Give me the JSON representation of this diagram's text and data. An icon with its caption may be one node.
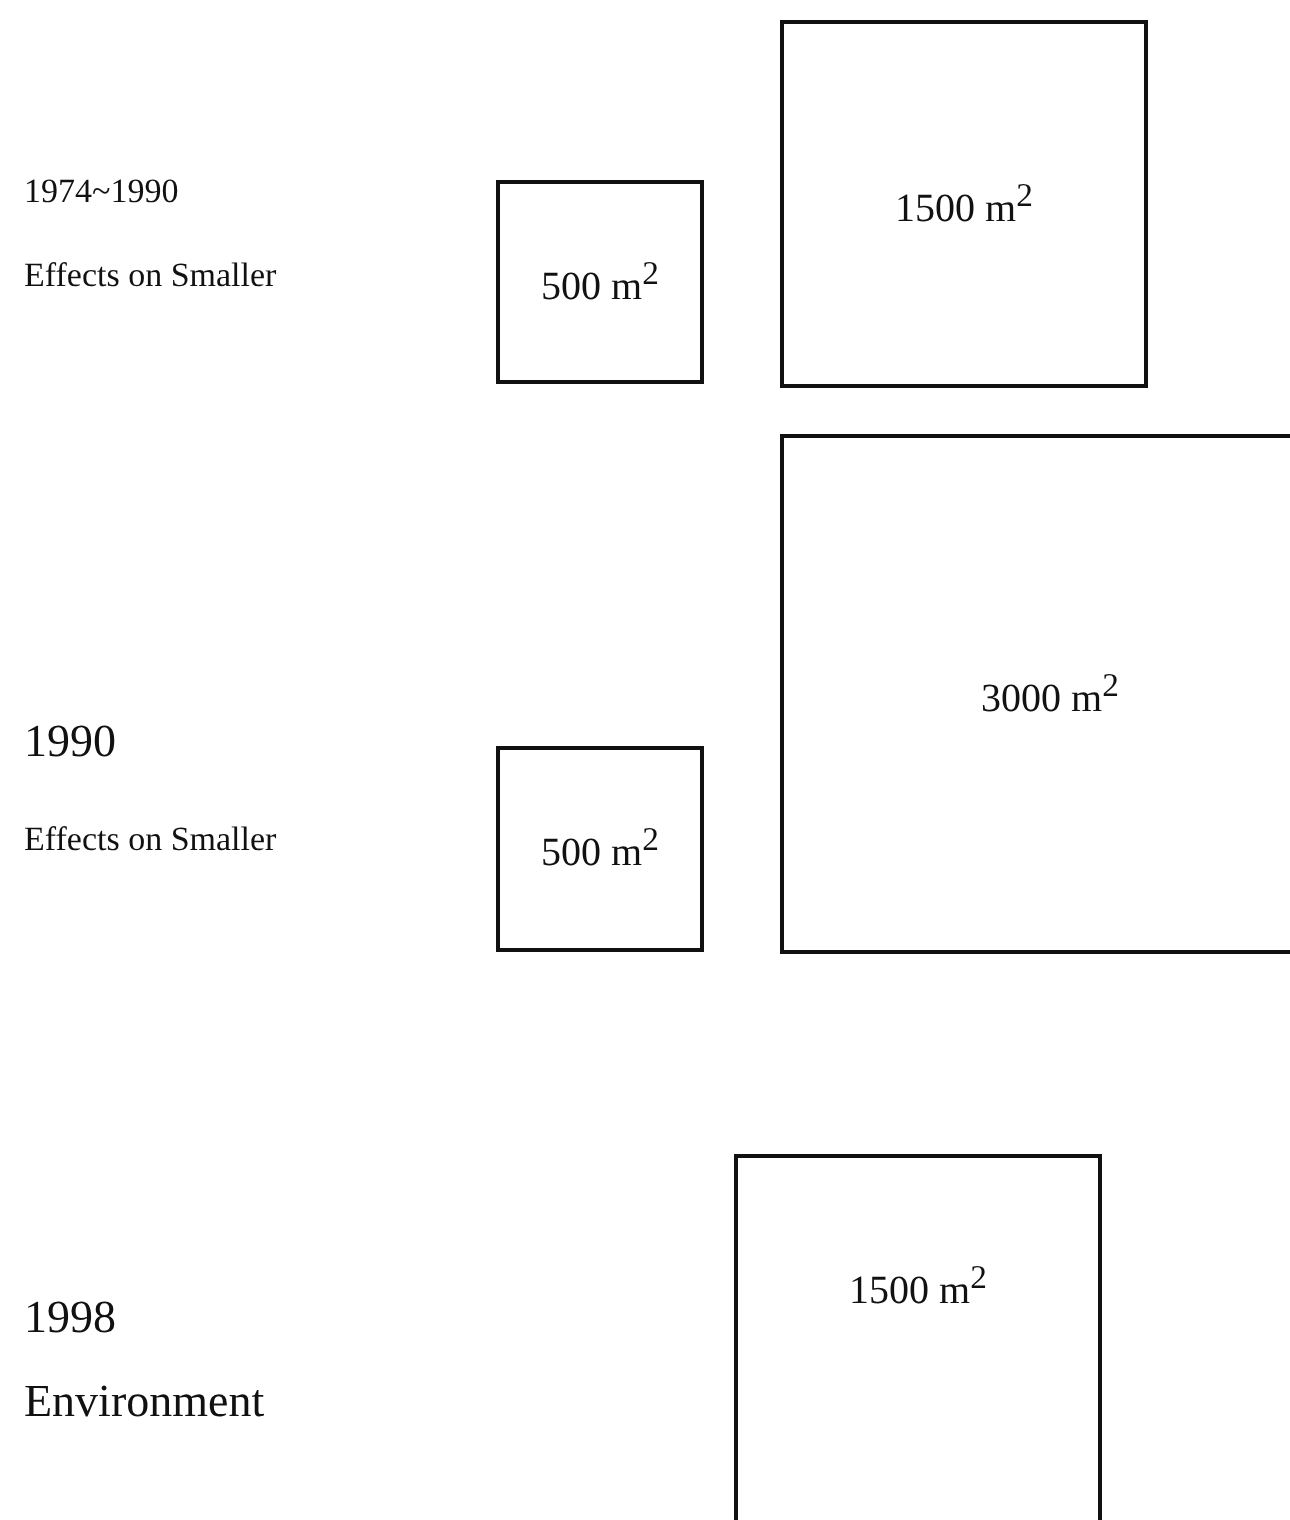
{
  "diagram": {
    "nodes": [
      {
        "text": [
          "500 m$^{2}$"
        ]
      },
      {
        "text": [
          "1500 m$^{2}$"
        ]
      },
      {
        "text": [
          "500 m$^{2}$"
        ]
      },
      {
        "text": [
          "3000 m$^{2}$"
        ]
      },
      {
        "text": [
          "1500 m$^{2}$"
        ]
      }
    ],
    "labels": [
      "1974~1990",
      "Effects on Smaller",
      "1990",
      "Effects on Smaller",
      "1998",
      "Environment"
    ]
  }
}
